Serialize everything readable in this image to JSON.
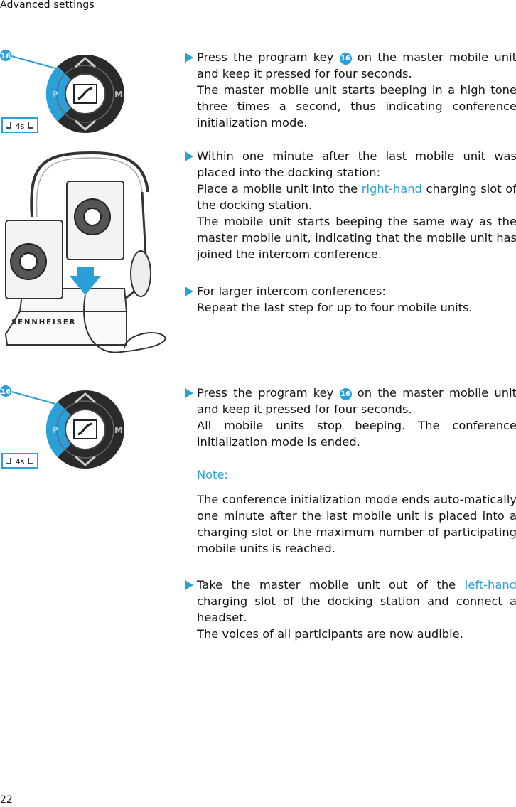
{
  "header": {
    "title": "Advanced settings"
  },
  "page_number": "22",
  "key_number": "16",
  "key_labels": {
    "p": "P",
    "m": "M",
    "hold": "4s"
  },
  "brand": "SENNHEISER",
  "colors": {
    "accent": "#2a9fd8",
    "key_ring": "#2a2a2a"
  },
  "steps": {
    "s1": {
      "a": "Press the program key ",
      "b": " on the master mobile unit and keep it pressed for four seconds.",
      "result": "The master mobile unit starts beeping in a high tone three times a second, thus indicating conference initialization mode."
    },
    "s2": {
      "line1": "Within one minute after the last mobile unit was placed into the docking station:",
      "a": "Place a mobile unit into the ",
      "hl": "right-hand",
      "b": " charging slot of the docking station.",
      "result": "The mobile unit starts beeping the same way as the master mobile unit, indicating that the mobile unit has joined the intercom conference."
    },
    "s3": {
      "line1": "For larger intercom conferences:",
      "line2": "Repeat the last step for up to four mobile units."
    },
    "s4": {
      "a": "Press the program key ",
      "b": " on the master mobile unit and keep it pressed for four seconds.",
      "result": "All mobile units stop beeping. The conference initialization mode is ended."
    },
    "note": {
      "title": "Note:",
      "text": "The conference initialization mode ends auto-matically one minute after the last mobile unit is placed into a charging slot or the maximum number of participating mobile units is reached."
    },
    "s5": {
      "a": "Take the master mobile unit out of the ",
      "hl": "left-hand",
      "b": " charging slot of the docking station and connect a headset.",
      "result": "The voices of all participants are now audible."
    }
  }
}
